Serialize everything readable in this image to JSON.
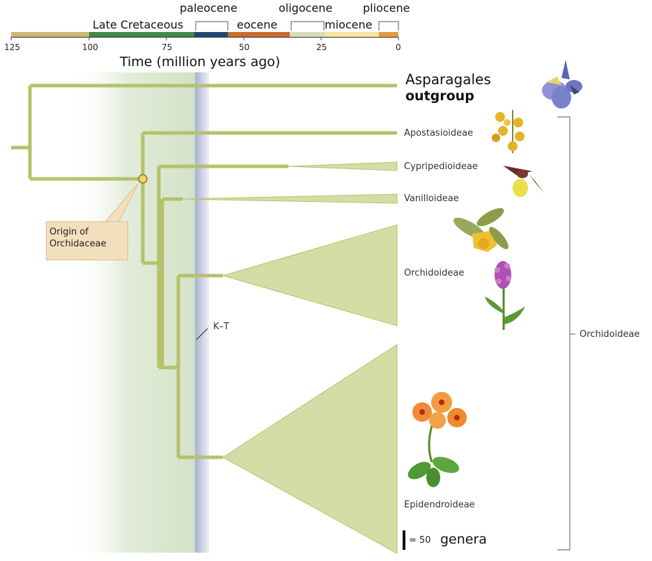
{
  "timescale": {
    "eras": [
      {
        "name": "Late Cretaceous",
        "color": "#3f8a45"
      },
      {
        "name": "paleocene",
        "color": "#1f4a70"
      },
      {
        "name": "eocene",
        "color": "#c86c2c"
      },
      {
        "name": "oligocene",
        "color": "#d8dcb6"
      },
      {
        "name": "miocene",
        "color": "#f6e4a0"
      },
      {
        "name": "pliocene",
        "color": "#e39a3a"
      }
    ],
    "pre_segment_color": "#cdb774",
    "ticks": [
      "125",
      "100",
      "75",
      "50",
      "25",
      "0"
    ],
    "axis_title": "Time (million years ago)"
  },
  "outgroup": {
    "name": "Asparagales",
    "label": "outgroup"
  },
  "clades": [
    "Apostasioideae",
    "Cypripedioideae",
    "Vanilloideae",
    "Orchidoideae",
    "Epidendroideae"
  ],
  "origin_label": "Origin of\nOrchidaceae",
  "kt_label": "K–T",
  "scale": {
    "text": "= 50",
    "unit": "genera"
  },
  "bracket_label": "Orchidoideae",
  "colors": {
    "branch": "#b6c16a",
    "triangle_fill": "#d6dca5",
    "triangle_stroke": "#b6c16a",
    "cretaceous_band": "#dbe8d2",
    "kt_band": "#c3c8dd",
    "node": "#f5d36a",
    "node_stroke": "#8a7320"
  },
  "icons": [
    "iris-flower-icon",
    "apostasia-flower-icon",
    "lady-slipper-orchid-icon",
    "vanilla-orchid-icon",
    "orchis-spike-icon",
    "epidendrum-orchid-icon"
  ]
}
